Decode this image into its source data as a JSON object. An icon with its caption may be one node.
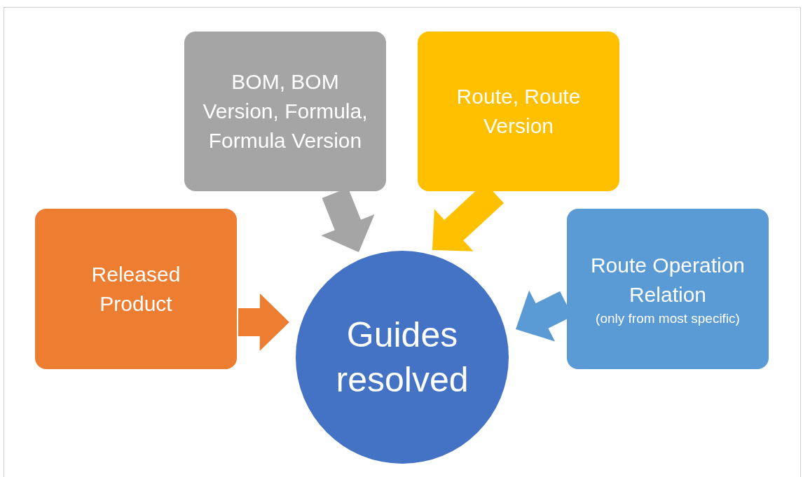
{
  "diagram": {
    "nodes": [
      {
        "text": [
          "Released Product"
        ]
      },
      {
        "text": [
          "BOM, BOM Version, Formula, Formula Version"
        ]
      },
      {
        "text": [
          "Route, Route Version"
        ]
      },
      {
        "text": [
          "Route Operation Relation",
          "(only from most specific)"
        ]
      },
      {
        "text": [
          "Guides resolved"
        ]
      }
    ],
    "edges": [
      {
        "from": 0,
        "to": 4,
        "arrow": "to",
        "style": "thick",
        "color": "#ed7d31"
      },
      {
        "from": 1,
        "to": 4,
        "arrow": "to",
        "style": "thick",
        "color": "#a5a5a5"
      },
      {
        "from": 2,
        "to": 4,
        "arrow": "to",
        "style": "thick",
        "color": "#ffc000"
      },
      {
        "from": 3,
        "to": 4,
        "arrow": "to",
        "style": "thick",
        "color": "#5b9bd5"
      }
    ]
  }
}
